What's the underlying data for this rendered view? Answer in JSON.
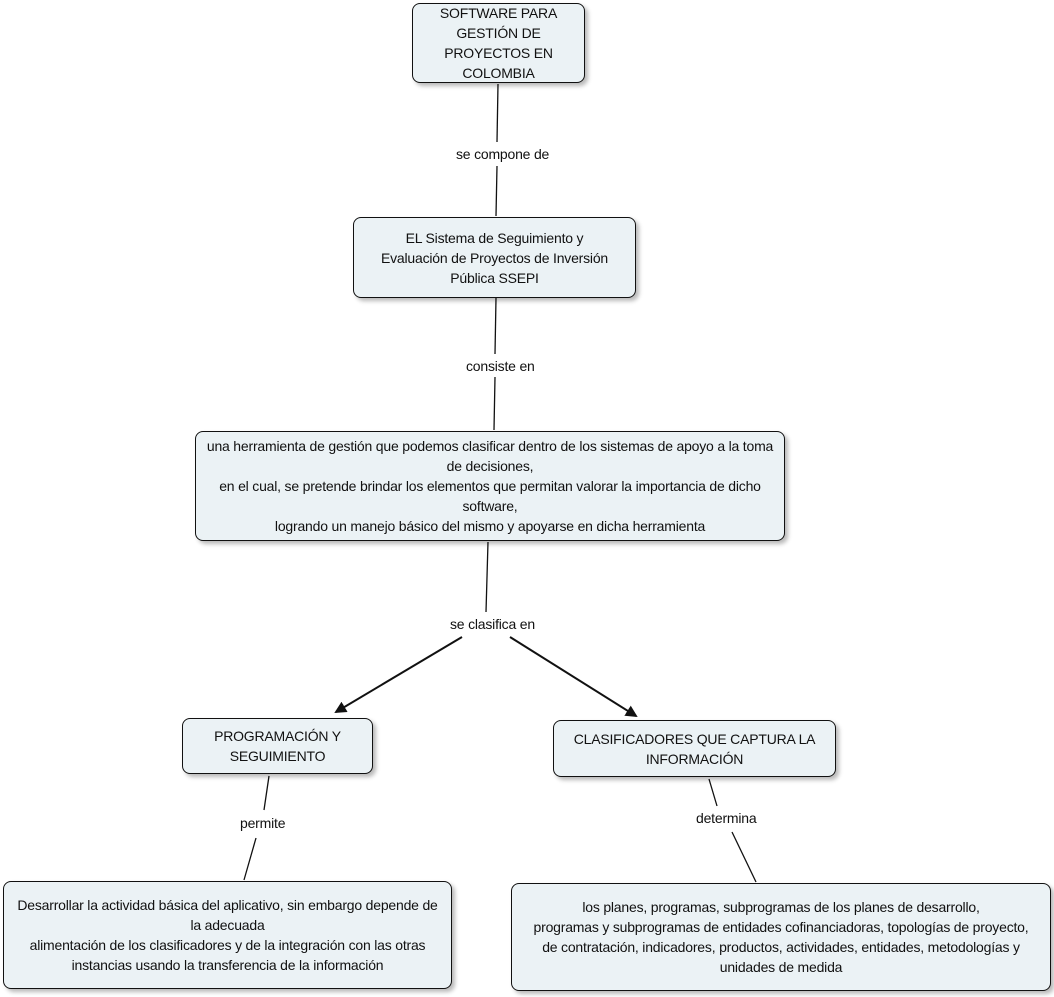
{
  "concept_map": {
    "nodes": {
      "root": "SOFTWARE PARA GESTIÓN DE\nPROYECTOS EN COLOMBIA",
      "ssepi": "EL Sistema de Seguimiento y\nEvaluación de Proyectos de Inversión Pública SSEPI",
      "herramienta": "una herramienta de gestión que podemos clasificar dentro de los sistemas de apoyo a la toma de decisiones,\nen el cual, se pretende brindar los elementos que permitan valorar la importancia de dicho software,\nlogrando un manejo básico del mismo y apoyarse en dicha herramienta",
      "programacion": "PROGRAMACIÓN Y SEGUIMIENTO",
      "clasificadores": "CLASIFICADORES QUE CAPTURA LA INFORMACIÓN",
      "desarrollar": "Desarrollar la actividad básica del aplicativo, sin embargo depende de la adecuada\nalimentación de los clasificadores y de la integración con las otras\ninstancias usando la transferencia de la información",
      "planes": "los planes, programas, subprogramas de los planes de desarrollo,\nprogramas y subprogramas de entidades cofinanciadoras, topologías de proyecto,\nde contratación, indicadores, productos, actividades, entidades, metodologías y unidades de medida"
    },
    "links": {
      "se_compone_de": "se compone de",
      "consiste_en": "consiste en",
      "se_clasifica_en": "se clasifica en",
      "permite": "permite",
      "determina": "determina"
    },
    "colors": {
      "node_fill": "#ebf2f5",
      "node_border": "#111111",
      "connector": "#111111"
    }
  }
}
